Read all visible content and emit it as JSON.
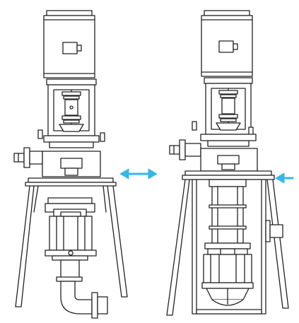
{
  "figure": {
    "left_unit": "vertical-pump-assembly-external",
    "right_unit": "vertical-pump-assembly-in-tank",
    "arrow_left": "double-headed-arrow",
    "arrow_right": "single-arrow-pointing-left"
  },
  "colors": {
    "line": "#222222",
    "accent_arrow": "#35b8e6",
    "fill": "#ffffff",
    "light_fill": "#f2f2f2"
  }
}
